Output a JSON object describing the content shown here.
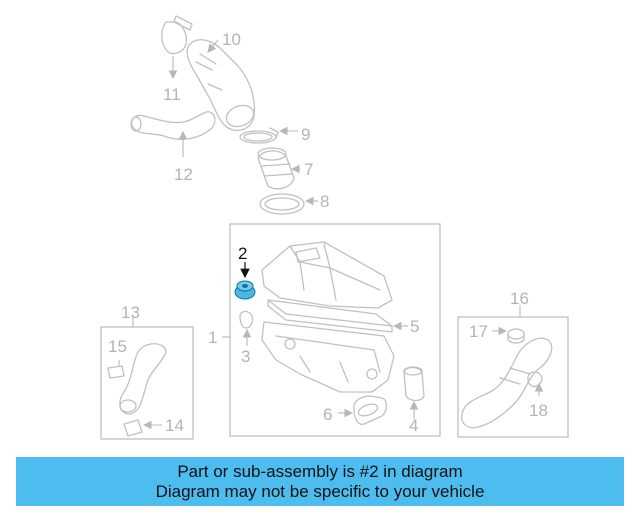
{
  "highlight_color": "#4ab8e6",
  "banner_color": "#4dbdf0",
  "callouts": {
    "c1": "1",
    "c2": "2",
    "c3": "3",
    "c4": "4",
    "c5": "5",
    "c6": "6",
    "c7": "7",
    "c8": "8",
    "c9": "9",
    "c10": "10",
    "c11": "11",
    "c12": "12",
    "c13": "13",
    "c14": "14",
    "c15": "15",
    "c16": "16",
    "c17": "17",
    "c18": "18"
  },
  "banner": {
    "line1": "Part or sub-assembly is #2 in diagram",
    "line2": "Diagram may not be specific to your vehicle"
  }
}
